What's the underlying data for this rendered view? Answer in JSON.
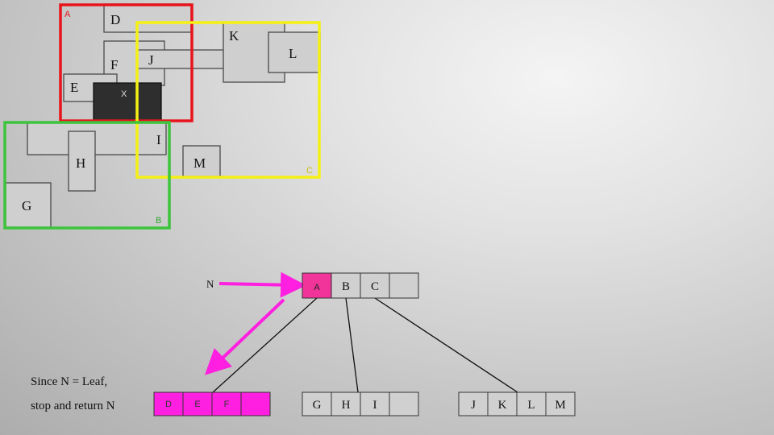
{
  "colors": {
    "red": "#e8141c",
    "yellow": "#f5f014",
    "green": "#3cc43c",
    "magenta": "#ff1fe0",
    "pink_cell": "#f0349a",
    "gray_cell": "#d0d0d0"
  },
  "spatial": {
    "regions": {
      "a": "A",
      "b": "B",
      "c": "C"
    },
    "rects": {
      "d": "D",
      "e": "E",
      "f": "F",
      "g": "G",
      "h": "H",
      "i": "I",
      "j": "J",
      "k": "K",
      "l": "L",
      "m": "M",
      "x": "X"
    }
  },
  "tree": {
    "pointer_label": "N",
    "root_cells": [
      "A",
      "B",
      "C",
      ""
    ],
    "leaf_a_cells": [
      "D",
      "E",
      "F",
      ""
    ],
    "leaf_b_cells": [
      "G",
      "H",
      "I",
      ""
    ],
    "leaf_c_cells": [
      "J",
      "K",
      "L",
      "M"
    ]
  },
  "caption": {
    "line1": "Since N = Leaf,",
    "line2": "stop and return N"
  }
}
